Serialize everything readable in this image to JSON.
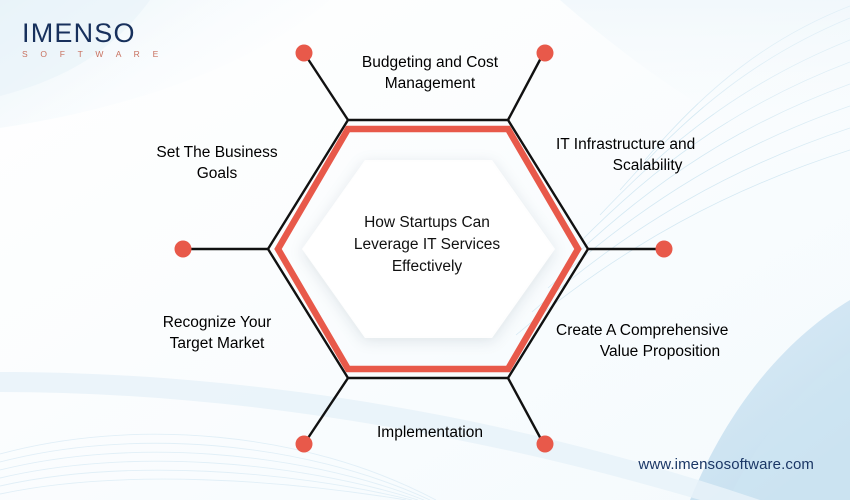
{
  "brand": {
    "logo_main": "IMENSO",
    "logo_sub": "S O F T W A R E",
    "website": "www.imensosoftware.com"
  },
  "diagram": {
    "center_line1": "How Startups Can",
    "center_line2": "Leverage IT Services",
    "center_line3": "Effectively",
    "nodes": [
      {
        "id": "budgeting",
        "line1": "Budgeting and Cost",
        "line2": "Management"
      },
      {
        "id": "infrastructure",
        "line1": "IT Infrastructure and",
        "line2": "Scalability"
      },
      {
        "id": "value-prop",
        "line1": "Create A Comprehensive",
        "line2": "Value Proposition"
      },
      {
        "id": "implementation",
        "line1": "Implementation",
        "line2": ""
      },
      {
        "id": "target-market",
        "line1": "Recognize Your",
        "line2": "Target Market"
      },
      {
        "id": "business-goals",
        "line1": "Set The Business",
        "line2": "Goals"
      }
    ]
  },
  "colors": {
    "accent_red": "#E8594A",
    "outline_black": "#111111",
    "brand_navy": "#17305c",
    "brand_salmon": "#c8715f",
    "bg_blue": "#d6e9f5"
  }
}
